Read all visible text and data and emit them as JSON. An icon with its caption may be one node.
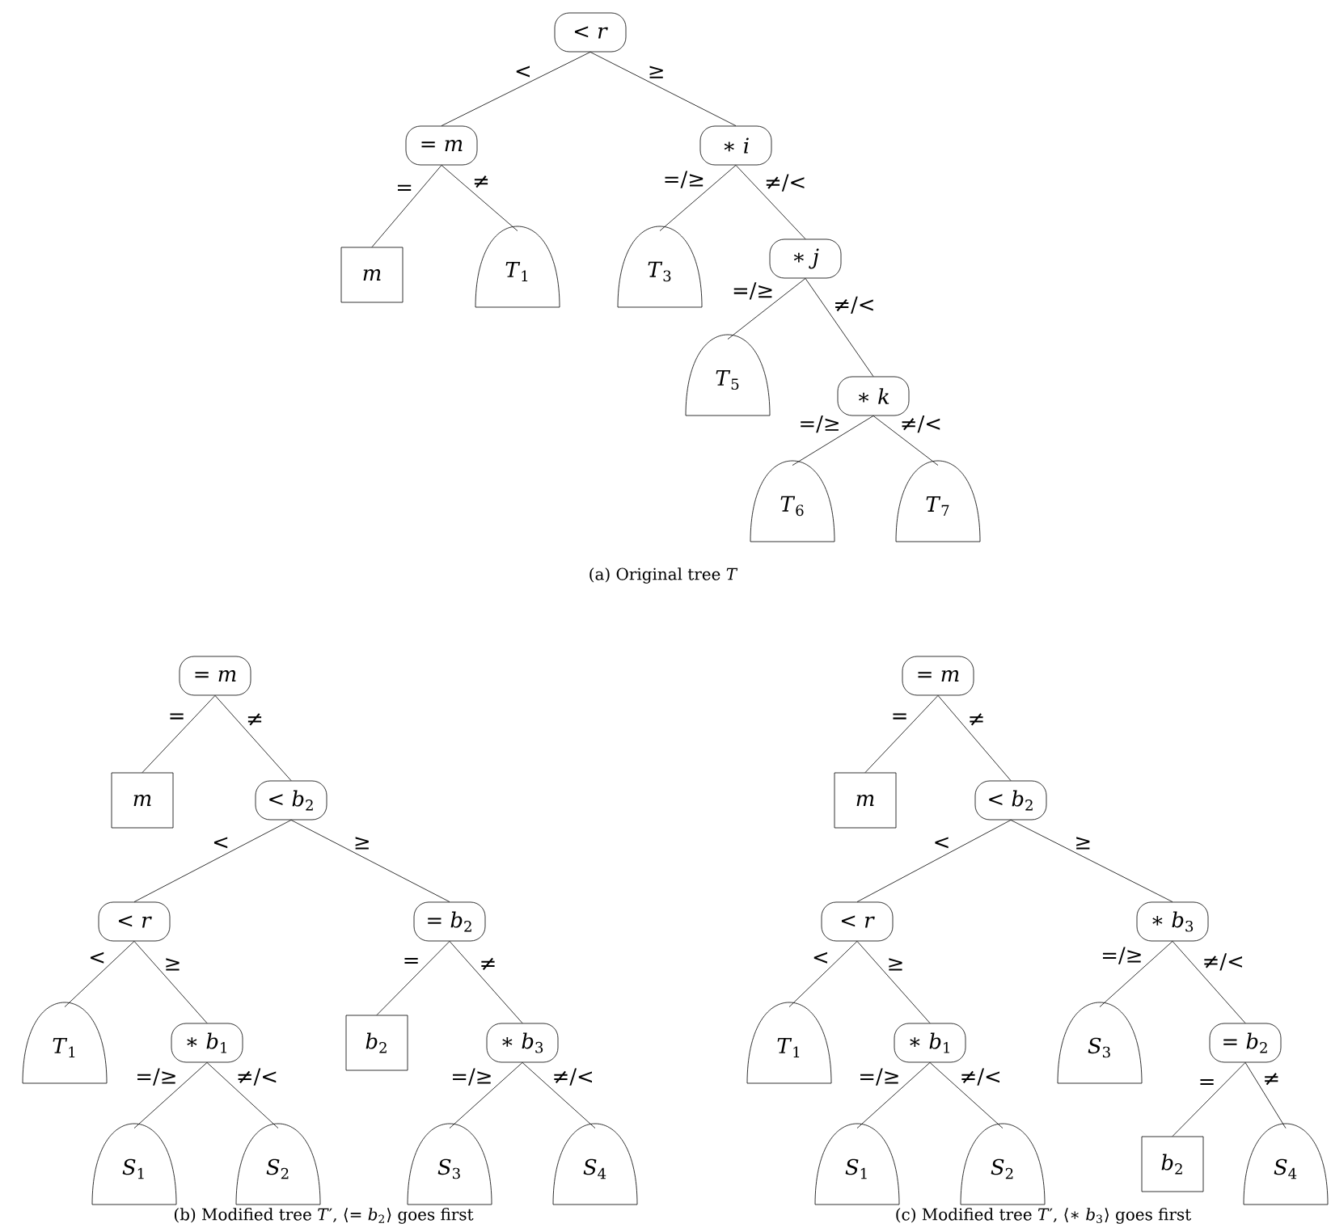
{
  "diagram": {
    "nodes": [
      {
        "text": [
          "< *r*"
        ]
      },
      {
        "text": [
          "= *m*"
        ]
      },
      {
        "text": [
          "∗ *i*"
        ]
      },
      {
        "text": [
          "*m*"
        ]
      },
      {
        "text": [
          "*T*$_{1}$"
        ]
      },
      {
        "text": [
          "*T*$_{3}$"
        ]
      },
      {
        "text": [
          "∗ *j*"
        ]
      },
      {
        "text": [
          "*T*$_{5}$"
        ]
      },
      {
        "text": [
          "∗ *k*"
        ]
      },
      {
        "text": [
          "*T*$_{6}$"
        ]
      },
      {
        "text": [
          "*T*$_{7}$"
        ]
      },
      {
        "text": [
          "= *m*"
        ]
      },
      {
        "text": [
          "*m*"
        ]
      },
      {
        "text": [
          "< *b*$_{2}$"
        ]
      },
      {
        "text": [
          "< *r*"
        ]
      },
      {
        "text": [
          "= *b*$_{2}$"
        ]
      },
      {
        "text": [
          "*T*$_{1}$"
        ]
      },
      {
        "text": [
          "∗ *b*$_{1}$"
        ]
      },
      {
        "text": [
          "*b*$_{2}$"
        ]
      },
      {
        "text": [
          "∗ *b*$_{3}$"
        ]
      },
      {
        "text": [
          "*S*$_{1}$"
        ]
      },
      {
        "text": [
          "*S*$_{2}$"
        ]
      },
      {
        "text": [
          "*S*$_{3}$"
        ]
      },
      {
        "text": [
          "*S*$_{4}$"
        ]
      },
      {
        "text": [
          "= *m*"
        ]
      },
      {
        "text": [
          "*m*"
        ]
      },
      {
        "text": [
          "< *b*$_{2}$"
        ]
      },
      {
        "text": [
          "< *r*"
        ]
      },
      {
        "text": [
          "∗ *b*$_{3}$"
        ]
      },
      {
        "text": [
          "*T*$_{1}$"
        ]
      },
      {
        "text": [
          "∗ *b*$_{1}$"
        ]
      },
      {
        "text": [
          "*S*$_{3}$"
        ]
      },
      {
        "text": [
          "= *b*$_{2}$"
        ]
      },
      {
        "text": [
          "*S*$_{1}$"
        ]
      },
      {
        "text": [
          "*S*$_{2}$"
        ]
      },
      {
        "text": [
          "*b*$_{2}$"
        ]
      },
      {
        "text": [
          "*S*$_{4}$"
        ]
      }
    ],
    "edges": [
      {
        "from": 0,
        "to": 1,
        "arrow": "none",
        "label": "<"
      },
      {
        "from": 0,
        "to": 2,
        "arrow": "none",
        "label": "≥"
      },
      {
        "from": 1,
        "to": 3,
        "arrow": "none",
        "label": "="
      },
      {
        "from": 1,
        "to": 4,
        "arrow": "none",
        "label": "≠"
      },
      {
        "from": 2,
        "to": 5,
        "arrow": "none",
        "label": "=/≥"
      },
      {
        "from": 2,
        "to": 6,
        "arrow": "none",
        "label": "≠/<"
      },
      {
        "from": 6,
        "to": 7,
        "arrow": "none",
        "label": "=/≥"
      },
      {
        "from": 6,
        "to": 8,
        "arrow": "none",
        "label": "≠/<"
      },
      {
        "from": 8,
        "to": 9,
        "arrow": "none",
        "label": "=/≥"
      },
      {
        "from": 8,
        "to": 10,
        "arrow": "none",
        "label": "≠/<"
      },
      {
        "from": 11,
        "to": 12,
        "arrow": "none",
        "label": "="
      },
      {
        "from": 11,
        "to": 13,
        "arrow": "none",
        "label": "≠"
      },
      {
        "from": 13,
        "to": 14,
        "arrow": "none",
        "label": "<"
      },
      {
        "from": 13,
        "to": 15,
        "arrow": "none",
        "label": "≥"
      },
      {
        "from": 14,
        "to": 16,
        "arrow": "none",
        "label": "<"
      },
      {
        "from": 14,
        "to": 17,
        "arrow": "none",
        "label": "≥"
      },
      {
        "from": 15,
        "to": 18,
        "arrow": "none",
        "label": "="
      },
      {
        "from": 15,
        "to": 19,
        "arrow": "none",
        "label": "≠"
      },
      {
        "from": 17,
        "to": 20,
        "arrow": "none",
        "label": "=/≥"
      },
      {
        "from": 17,
        "to": 21,
        "arrow": "none",
        "label": "≠/<"
      },
      {
        "from": 19,
        "to": 22,
        "arrow": "none",
        "label": "=/≥"
      },
      {
        "from": 19,
        "to": 23,
        "arrow": "none",
        "label": "≠/<"
      },
      {
        "from": 24,
        "to": 25,
        "arrow": "none",
        "label": "="
      },
      {
        "from": 24,
        "to": 26,
        "arrow": "none",
        "label": "≠"
      },
      {
        "from": 26,
        "to": 27,
        "arrow": "none",
        "label": "<"
      },
      {
        "from": 26,
        "to": 28,
        "arrow": "none",
        "label": "≥"
      },
      {
        "from": 27,
        "to": 29,
        "arrow": "none",
        "label": "<"
      },
      {
        "from": 27,
        "to": 30,
        "arrow": "none",
        "label": "≥"
      },
      {
        "from": 28,
        "to": 31,
        "arrow": "none",
        "label": "=/≥"
      },
      {
        "from": 28,
        "to": 32,
        "arrow": "none",
        "label": "≠/<"
      },
      {
        "from": 30,
        "to": 33,
        "arrow": "none",
        "label": "=/≥"
      },
      {
        "from": 30,
        "to": 34,
        "arrow": "none",
        "label": "≠/<"
      },
      {
        "from": 32,
        "to": 35,
        "arrow": "none",
        "label": "="
      },
      {
        "from": 32,
        "to": 36,
        "arrow": "none",
        "label": "≠"
      }
    ],
    "labels": [
      "(a) Original tree *T*",
      "(b) Modified tree *T*′, ⟨= *b*$_{2}$⟩ goes first",
      "(c) Modified tree *T*′, ⟨∗ *b*$_{3}$⟩ goes first"
    ]
  }
}
